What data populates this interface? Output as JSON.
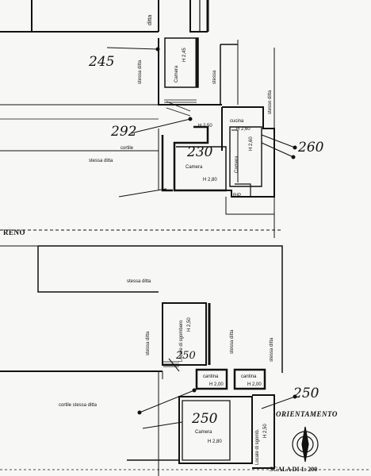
{
  "plan": {
    "upper": {
      "hand_numbers": {
        "n245": "245",
        "n292": "292",
        "n230": "230",
        "n260": "260"
      },
      "labels": {
        "ditta_top": "ditta",
        "camera_h245_title": "Camera",
        "camera_h245_height": "H 2,45",
        "stessa_ditta_a": "stessa ditta",
        "stessa_ditta_b": "stessa",
        "stesso_ditta_side": "stesso ditta",
        "h250": "H 2,50",
        "cucina": "cucina",
        "cucina_h": "H 2,60",
        "camera_mid": "Camera",
        "camera_mid_h": "H 2,60",
        "cortile": "cortile",
        "stessa_ditta_court": "stessa ditta",
        "camera_230": "Camera",
        "camera_230_h": "H 2,80",
        "rip": "RIP"
      }
    },
    "section_label": "RENO",
    "lower": {
      "hand_numbers": {
        "n250a": "250",
        "n250b": "250",
        "n250c": "250"
      },
      "labels": {
        "stessa_ditta_main": "stessa ditta",
        "stessa_ditta_left": "stessa ditta",
        "locale_sgombero": "Locale di sgombero",
        "locale_h": "H 2,50",
        "stessa_ditta_right": "stessa ditta",
        "stessa_ditta_far": "stessa ditta",
        "cantina_a": "cantina",
        "cantina_a_h": "H 2,00",
        "cantina_b": "cantina",
        "cantina_b_h": "H 2,00",
        "cortile_stessa": "cortile stessa ditta",
        "camera_250": "Camera",
        "camera_250_h": "H 2,80",
        "locale_sgombero_b": "Locale di sgomb.",
        "locale_b_h": "H 2,50"
      }
    },
    "orientation": "ORIENTAMENTO",
    "scale": "SCALA DI 1: 200",
    "colors": {
      "ink": "#111111",
      "paper": "#f7f7f5"
    }
  }
}
